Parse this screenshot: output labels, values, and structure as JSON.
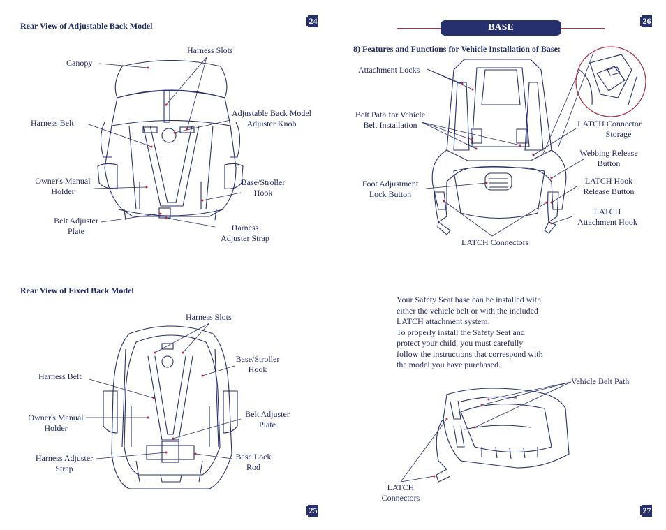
{
  "page_numbers": {
    "p24": "24",
    "p25": "25",
    "p26": "26",
    "p27": "27"
  },
  "left_page": {
    "adjustable_heading": "Rear View of Adjustable Back Model",
    "adjustable_labels": {
      "canopy": "Canopy",
      "harness_slots": "Harness Slots",
      "harness_belt": "Harness Belt",
      "adjuster_knob_1": "Adjustable Back Model",
      "adjuster_knob_2": "Adjuster Knob",
      "manual_holder_1": "Owner's Manual",
      "manual_holder_2": "Holder",
      "stroller_hook_1": "Base/Stroller",
      "stroller_hook_2": "Hook",
      "belt_plate_1": "Belt Adjuster",
      "belt_plate_2": "Plate",
      "adjuster_strap_1": "Harness",
      "adjuster_strap_2": "Adjuster Strap"
    },
    "fixed_heading": "Rear View of Fixed Back Model",
    "fixed_labels": {
      "harness_slots": "Harness Slots",
      "stroller_hook_1": "Base/Stroller",
      "stroller_hook_2": "Hook",
      "harness_belt": "Harness Belt",
      "manual_holder_1": "Owner's Manual",
      "manual_holder_2": "Holder",
      "belt_plate_1": "Belt Adjuster",
      "belt_plate_2": "Plate",
      "adjuster_strap_1": "Harness Adjuster",
      "adjuster_strap_2": "Strap",
      "lock_rod_1": "Base Lock",
      "lock_rod_2": "Rod"
    }
  },
  "right_page": {
    "section_title": "BASE",
    "features_heading": "8) Features and Functions for Vehicle Installation of Base:",
    "labels": {
      "attachment_locks": "Attachment Locks",
      "belt_path_1": "Belt Path for Vehicle",
      "belt_path_2": "Belt Installation",
      "foot_lock_1": "Foot Adjustment",
      "foot_lock_2": "Lock Button",
      "latch_connectors": "LATCH  Connectors",
      "latch_storage_1": "LATCH Connector",
      "latch_storage_2": "Storage",
      "webbing_1": "Webbing Release",
      "webbing_2": "Button",
      "hook_release_1": "LATCH Hook",
      "hook_release_2": "Release Button",
      "attach_hook_1": "LATCH",
      "attach_hook_2": "Attachment Hook"
    },
    "paragraph_lines": [
      "Your Safety Seat base can be installed with",
      "either the vehicle belt or with the  included",
      "LATCH attachment system.",
      "To properly install the Safety Seat and",
      "protect your child, you must carefully",
      "follow the instructions that correspond with",
      "the model you have purchased."
    ],
    "bottom_labels": {
      "vehicle_belt_path": "Vehicle Belt Path",
      "latch_1": "LATCH",
      "latch_2": "Connectors"
    }
  },
  "colors": {
    "ink": "#1f2a66",
    "badge": "#26306e",
    "accent_red": "#c0283a"
  }
}
